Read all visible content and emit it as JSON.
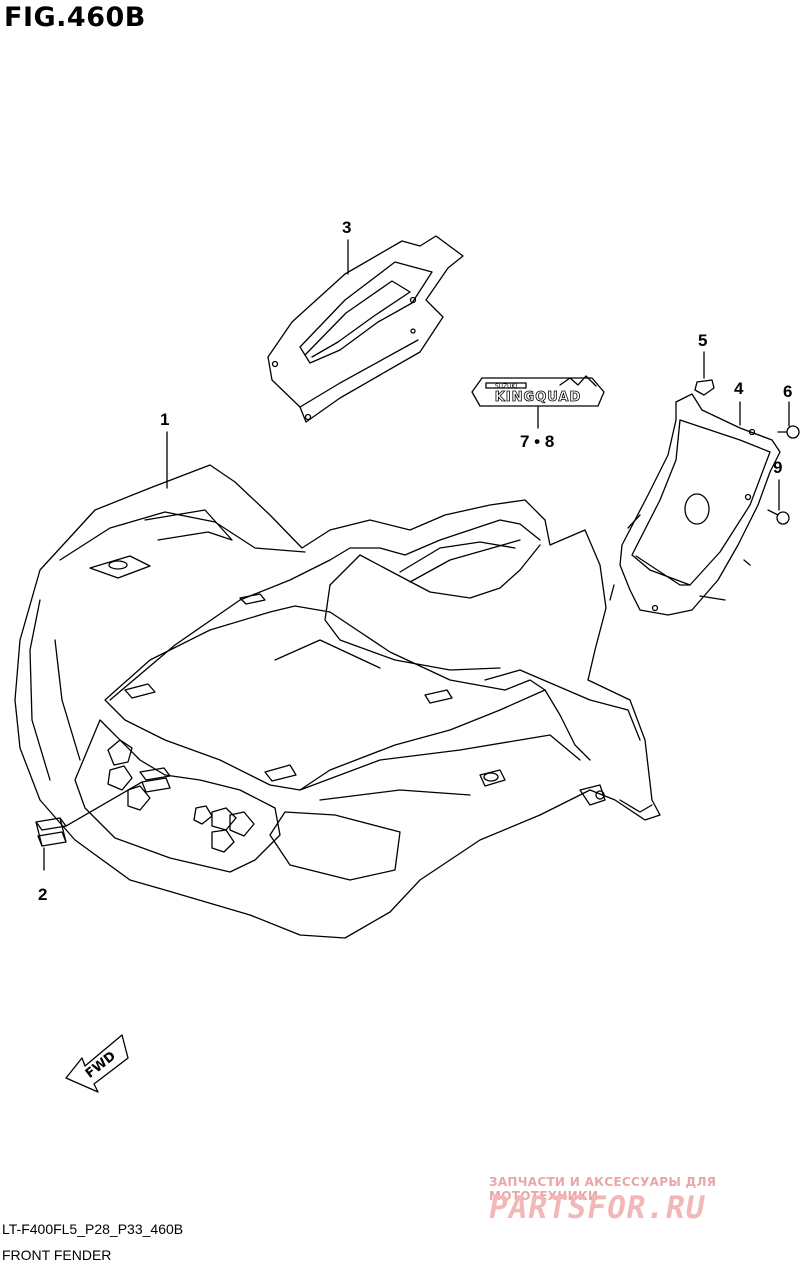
{
  "figure": {
    "title": "FIG.460B",
    "model_code": "LT-F400FL5_P28_P33_460B",
    "name": "FRONT FENDER"
  },
  "callouts": [
    {
      "id": "1",
      "label": "1"
    },
    {
      "id": "2",
      "label": "2"
    },
    {
      "id": "3",
      "label": "3"
    },
    {
      "id": "4",
      "label": "4"
    },
    {
      "id": "5",
      "label": "5"
    },
    {
      "id": "6",
      "label": "6"
    },
    {
      "id": "7-8",
      "label": "7 • 8"
    },
    {
      "id": "9",
      "label": "9"
    }
  ],
  "decal_text": "KINGQUAD",
  "decal_small_text": "SUZUKI",
  "fwd_label": "FWD",
  "watermark": {
    "top": "ЗАПЧАСТИ И АКСЕССУАРЫ ДЛЯ МОТОТЕХНИКИ",
    "logo": "PARTSFOR.RU"
  }
}
